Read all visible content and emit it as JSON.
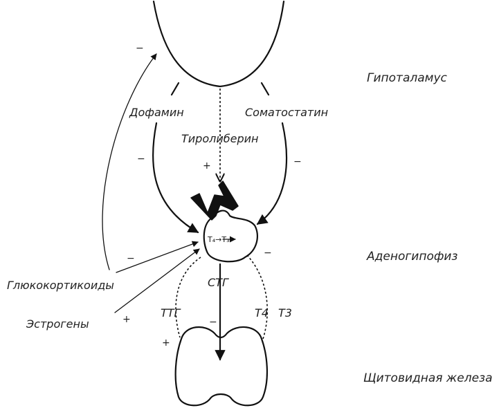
{
  "labels": {
    "hypothalamus": "Гипоталамус",
    "adenohypophysis": "Аденогипофиз",
    "thyroid": "Щитовидная железа",
    "dopamine": "Дофамин",
    "somatostatin": "Соматостатин",
    "thyroliberin": "Тиролиберин",
    "glucocorticoids": "Глюкокортикоиды",
    "estrogens": "Эстрогены",
    "ttg": "ТТГ",
    "stg": "СТГ",
    "t4": "Т4",
    "t3": "Т3",
    "t4_to_t3": "T₄→T₃"
  },
  "signs": {
    "minus": "−",
    "plus": "+"
  }
}
